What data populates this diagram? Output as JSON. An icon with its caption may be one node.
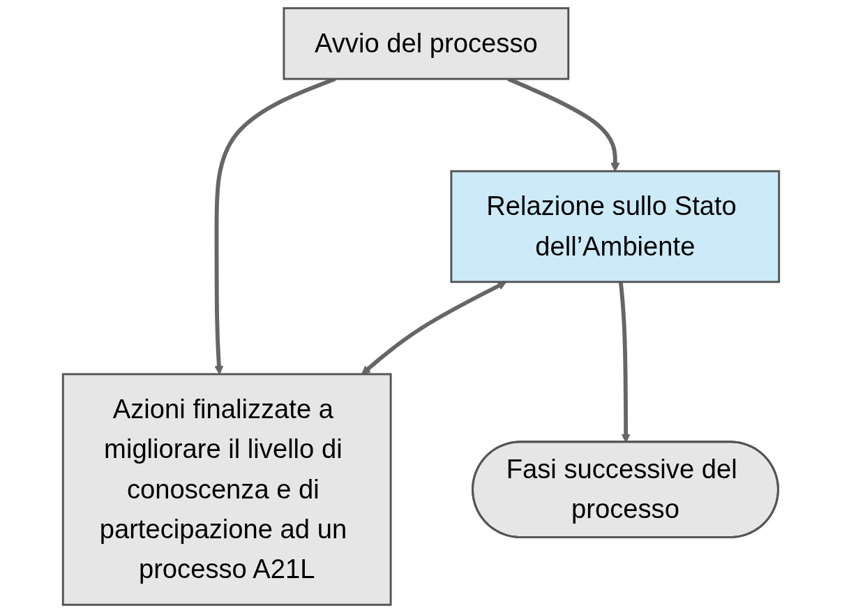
{
  "diagram": {
    "nodes": [
      {
        "text": [
          "Avvio del processo"
        ]
      },
      {
        "text": [
          "Azioni finalizzate a migliorare il livello di conoscenza e di partecipazione ad un processo A21L"
        ]
      },
      {
        "text": [
          "Relazione sullo Stato dell’Ambiente"
        ]
      },
      {
        "text": [
          "Fasi successive del processo"
        ]
      }
    ],
    "edges": [
      {
        "from": 0,
        "to": 1,
        "arrow": "to"
      },
      {
        "from": 0,
        "to": 2,
        "arrow": "to"
      },
      {
        "from": 2,
        "to": 1,
        "arrow": "both"
      },
      {
        "from": 2,
        "to": 3,
        "arrow": "to"
      }
    ]
  }
}
